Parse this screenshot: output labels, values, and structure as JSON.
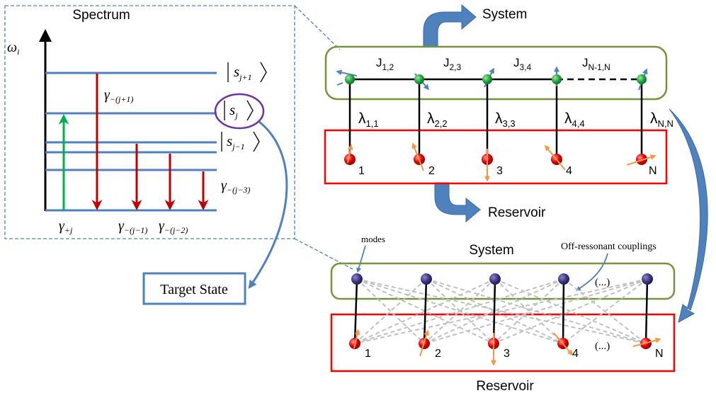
{
  "spectrum": {
    "title": "Spectrum",
    "axis_label": "ω",
    "axis_sub": "i",
    "levels": [
      {
        "ket": "s",
        "sub": "j+1"
      },
      {
        "ket": "s",
        "sub": "j"
      },
      {
        "ket": "s",
        "sub": "j−1"
      }
    ],
    "rates": {
      "gamma_j1": {
        "sym": "γ",
        "sub": "−(j+1)"
      },
      "gamma_j3": {
        "sym": "γ",
        "sub": "−(j−3)"
      },
      "gamma_plus": {
        "sym": "γ",
        "sub": "+j"
      },
      "gamma_jm1": {
        "sym": "γ",
        "sub": "−(j−1)"
      },
      "gamma_jm2": {
        "sym": "γ",
        "sub": "−(j−2)"
      }
    }
  },
  "target_state": "Target State",
  "top_panel": {
    "system_label": "System",
    "reservoir_label": "Reservoir",
    "couplings": [
      {
        "sym": "J",
        "sub": "1,2"
      },
      {
        "sym": "J",
        "sub": "2,3"
      },
      {
        "sym": "J",
        "sub": "3,4"
      },
      {
        "sym": "J",
        "sub": "N-1,N"
      }
    ],
    "lambdas": [
      {
        "sym": "λ",
        "sub": "1,1"
      },
      {
        "sym": "λ",
        "sub": "2,2"
      },
      {
        "sym": "λ",
        "sub": "3,3"
      },
      {
        "sym": "λ",
        "sub": "4,4"
      },
      {
        "sym": "λ",
        "sub": "N,N"
      }
    ],
    "spin_labels": [
      "1",
      "2",
      "3",
      "4",
      "N"
    ]
  },
  "bottom_panel": {
    "system_label": "System",
    "reservoir_label": "Reservoir",
    "modes_label": "modes",
    "off_resonant_label": "Off-ressonant couplings",
    "ellipsis_top": "(...)",
    "ellipsis_bottom": "(...)",
    "spin_labels": [
      "1",
      "2",
      "3",
      "4",
      "N"
    ]
  },
  "colors": {
    "level_blue": "#4f81bd",
    "decay_red": "#c00000",
    "pump_green": "#00b050",
    "system_box": "#77933c",
    "reservoir_box": "#ff0000",
    "target_box": "#4f81bd",
    "ellipse": "#7030a0",
    "big_arrow": "#4f81bd",
    "spin_red": "#ff0000",
    "system_node": "#00b050",
    "mode_node": "#403a8a",
    "spin_arrow": "#f79646",
    "node_arrow": "#4f81bd"
  }
}
